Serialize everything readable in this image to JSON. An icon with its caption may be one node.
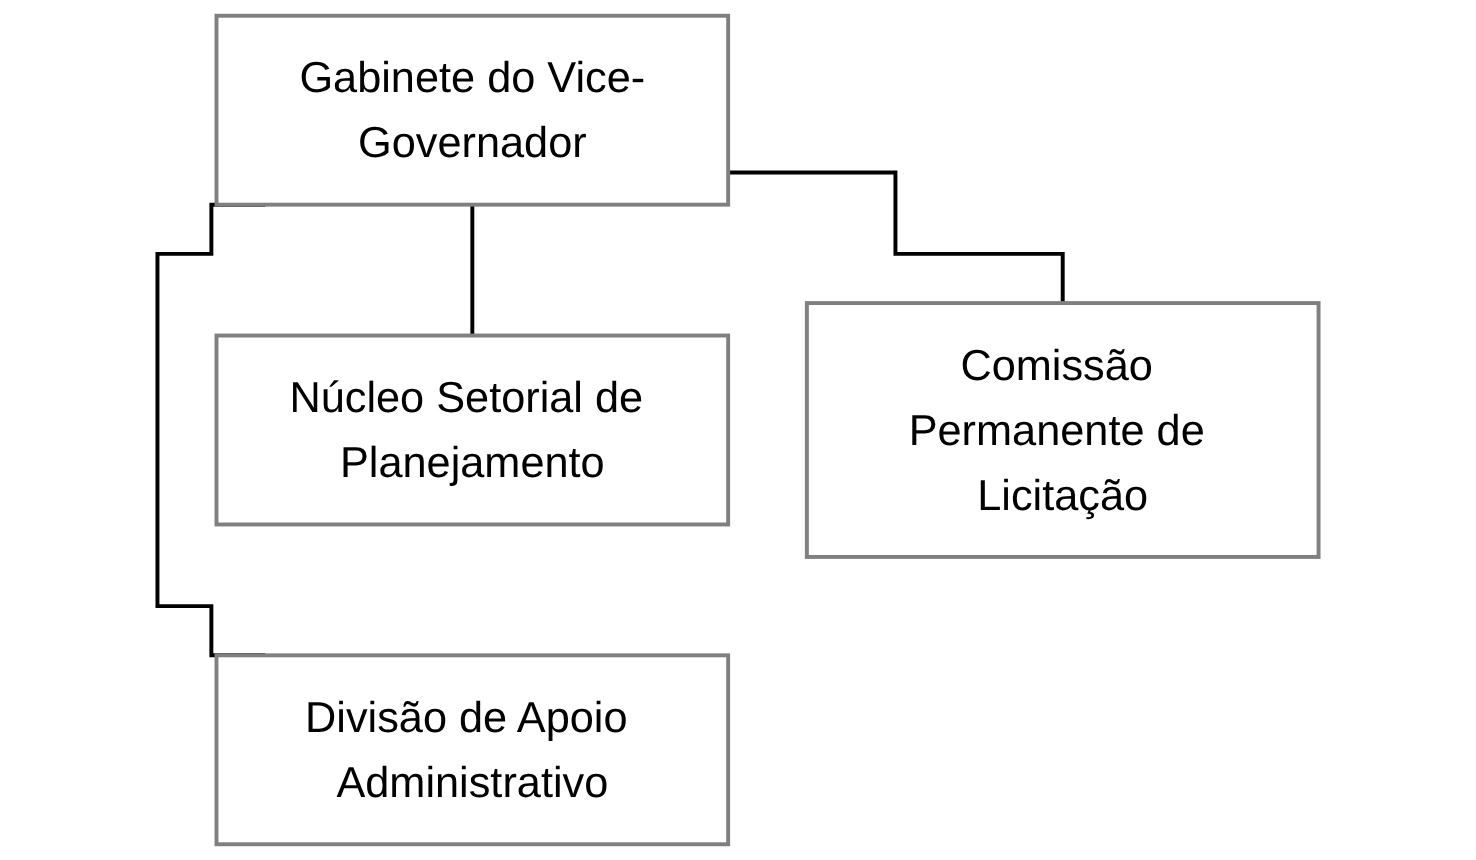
{
  "diagram": {
    "nodes": [
      {
        "text": [
          "Gabinete do Vice-Governador"
        ]
      },
      {
        "text": [
          "Núcleo Setorial de Planejamento"
        ]
      },
      {
        "text": [
          "Comissão Permanente de Licitação"
        ]
      },
      {
        "text": [
          "Divisão de Apoio Administrativo"
        ]
      }
    ],
    "edges": [
      {
        "from": 0,
        "to": 1,
        "arrow": "none"
      },
      {
        "from": 0,
        "to": 2,
        "arrow": "none"
      },
      {
        "from": 0,
        "to": 3,
        "arrow": "none"
      }
    ]
  }
}
